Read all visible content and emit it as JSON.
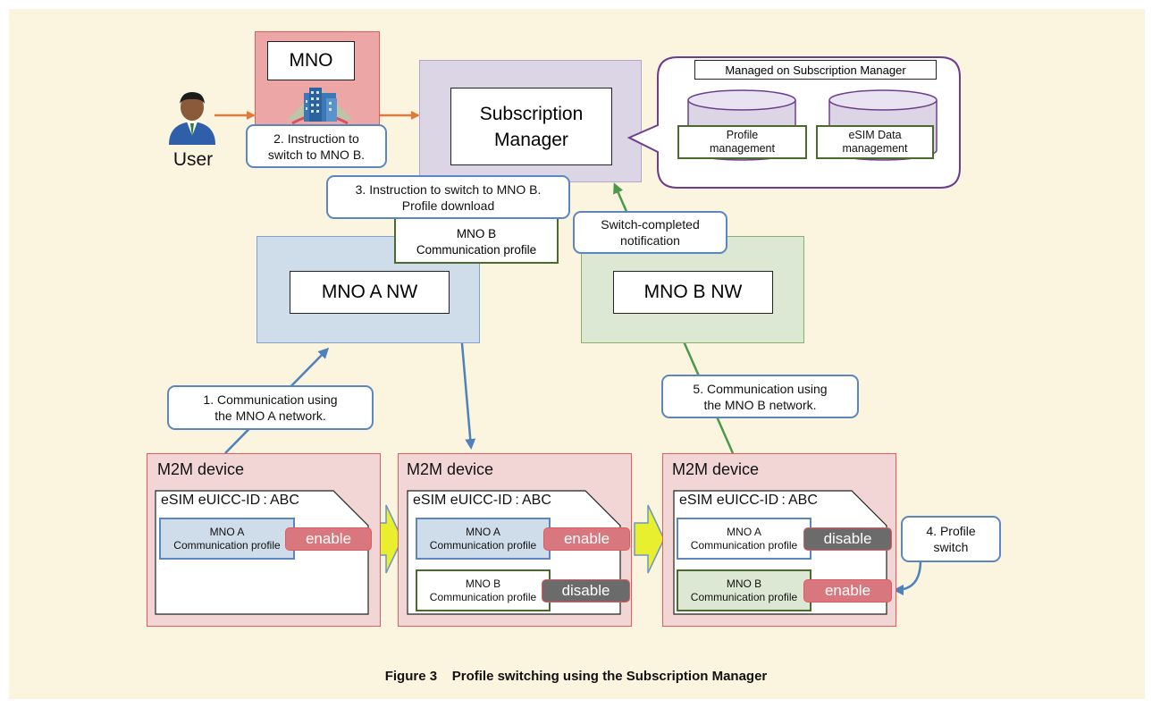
{
  "mno_label": "MNO",
  "user_label": "User",
  "subscription_manager": "Subscription\nManager",
  "managed_title": "Managed on Subscription Manager",
  "db_profile": "Profile\nmanagement",
  "db_esim": "eSIM Data\nmanagement",
  "callout_2": "2. Instruction to\nswitch to MNO B.",
  "callout_3": "3. Instruction to switch to MNO B.\nProfile download",
  "mnob_comm_profile": "MNO B\nCommunication profile",
  "callout_switch_completed": "Switch-completed\nnotification",
  "nw_a": "MNO A NW",
  "nw_b": "MNO B NW",
  "callout_1": "1. Communication using\nthe MNO A network.",
  "callout_5": "5. Communication using\nthe MNO B network.",
  "callout_4": "4. Profile\nswitch",
  "devices": [
    {
      "title": "M2M device",
      "esim": "eSIM eUICC-ID : ABC",
      "p1_line1": "MNO A",
      "p1_line2": "Communication profile",
      "p1_state": "enable"
    },
    {
      "title": "M2M device",
      "esim": "eSIM eUICC-ID : ABC",
      "p1_line1": "MNO A",
      "p1_line2": "Communication profile",
      "p1_state": "enable",
      "p2_line1": "MNO B",
      "p2_line2": "Communication profile",
      "p2_state": "disable"
    },
    {
      "title": "M2M device",
      "esim": "eSIM eUICC-ID : ABC",
      "p1_line1": "MNO A",
      "p1_line2": "Communication profile",
      "p1_state": "disable",
      "p2_line1": "MNO B",
      "p2_line2": "Communication profile",
      "p2_state": "enable"
    }
  ],
  "caption": "Figure 3    Profile switching using the Subscription Manager",
  "colors": {
    "panel_bg": "#fbf4df",
    "arrow_orange": "#e07a3c",
    "arrow_blue": "#4f81bd",
    "arrow_green": "#4a9a4a",
    "enable": "#d8777d",
    "disable": "#6b6b6b"
  }
}
